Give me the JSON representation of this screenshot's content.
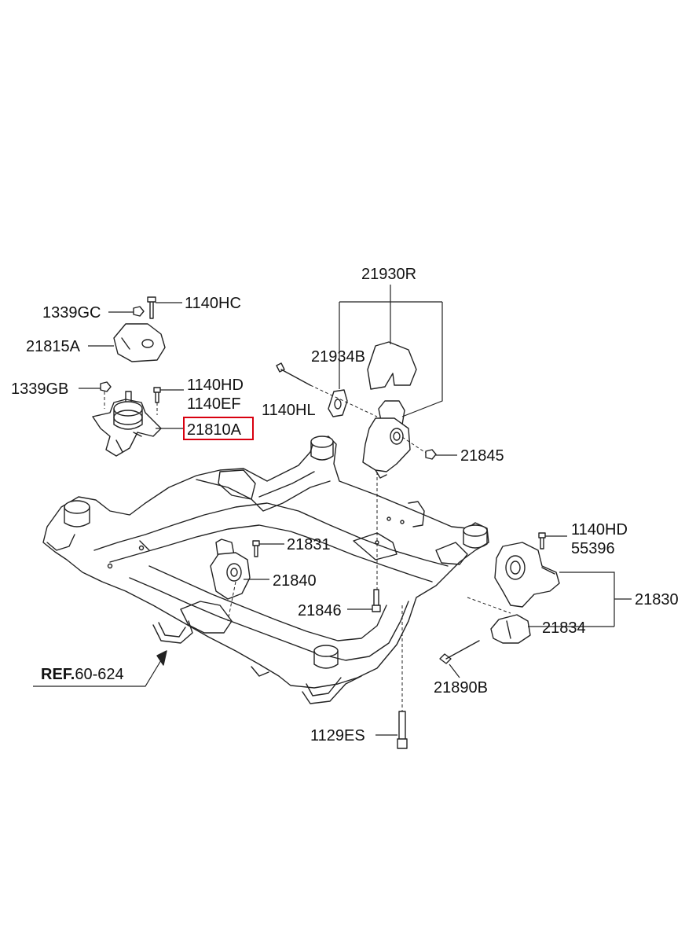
{
  "callouts": {
    "p21930R": "21930R",
    "p1140HC": "1140HC",
    "p1339GC": "1339GC",
    "p21815A": "21815A",
    "p21934B": "21934B",
    "p1339GB": "1339GB",
    "p1140HD_a": "1140HD",
    "p1140EF": "1140EF",
    "p1140HL": "1140HL",
    "p21810A": "21810A",
    "p21845": "21845",
    "p1140HD_b": "1140HD",
    "p55396": "55396",
    "p21831": "21831",
    "p21840": "21840",
    "p21830": "21830",
    "p21846": "21846",
    "p21834": "21834",
    "ref_prefix": "REF.",
    "ref_code": "60-624",
    "p21890B": "21890B",
    "p1129ES": "1129ES"
  },
  "colors": {
    "line": "#222222",
    "highlight": "#d8000f"
  }
}
